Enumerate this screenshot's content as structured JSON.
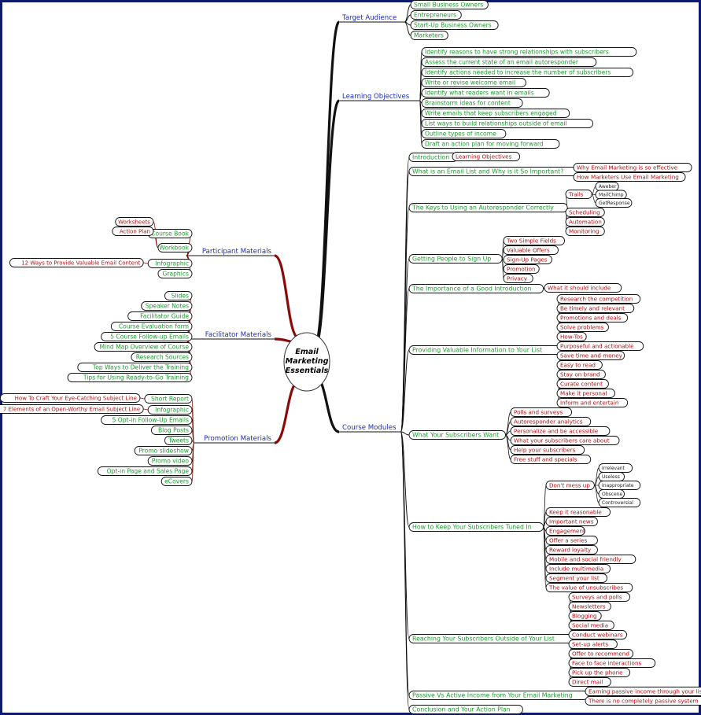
{
  "colors": {
    "frame": "#0e1a6b",
    "branch_blue": "#1f2fb0",
    "leaf_green": "#1e9a2e",
    "leaf_red": "#b01010",
    "right_curve": "#111111",
    "left_curve": "#8a0a0a"
  },
  "central": {
    "lines": [
      "Email",
      "Marketing",
      "Essentials"
    ]
  },
  "right": [
    {
      "label": "Target Audience",
      "children": [
        {
          "label": "Small Business Owners"
        },
        {
          "label": "Entrepreneurs"
        },
        {
          "label": "Start-Up Business Owners"
        },
        {
          "label": "Marketers"
        }
      ]
    },
    {
      "label": "Learning Objectives",
      "children": [
        {
          "label": "Identify reasons to have strong relationships with subscribers"
        },
        {
          "label": "Assess the current state of an email autoresponder"
        },
        {
          "label": "Identify actions needed to increase the number of subscribers"
        },
        {
          "label": "Write or revise welcome email"
        },
        {
          "label": "Identify what readers want in emails"
        },
        {
          "label": "Brainstorm ideas for content"
        },
        {
          "label": "Write emails that keep subscribers engaged"
        },
        {
          "label": "List ways to build relationships outside of email"
        },
        {
          "label": "Outline types of income"
        },
        {
          "label": "Draft an action plan for moving forward"
        }
      ]
    },
    {
      "label": "Course Modules",
      "children": [
        {
          "label": "Introduction",
          "children": [
            {
              "label": "Learning Objectives"
            }
          ]
        },
        {
          "label": "What is an Email List and Why is it So Important?",
          "children": [
            {
              "label": "Why Email Marketing is so effective"
            },
            {
              "label": "How Marketers Use Email Marketing"
            }
          ]
        },
        {
          "label": "The Keys to Using an Autoresponder Correctly",
          "children": [
            {
              "label": "Trails",
              "children": [
                {
                  "label": "Aweber"
                },
                {
                  "label": "MailChimp"
                },
                {
                  "label": "GetResponse"
                }
              ]
            },
            {
              "label": "Scheduling"
            },
            {
              "label": "Automation"
            },
            {
              "label": "Monitoring"
            }
          ]
        },
        {
          "label": "Getting People to Sign Up",
          "children": [
            {
              "label": "Two Simple Fields"
            },
            {
              "label": "Valuable Offers"
            },
            {
              "label": "Sign-Up Pages"
            },
            {
              "label": "Promotion"
            },
            {
              "label": "Privacy"
            }
          ]
        },
        {
          "label": "The Importance of a Good Introduction",
          "children": [
            {
              "label": "What it should include"
            }
          ]
        },
        {
          "label": "Providing Valuable Information to Your List",
          "children": [
            {
              "label": "Research the competition"
            },
            {
              "label": "Be timely and relevant"
            },
            {
              "label": "Promotions and deals"
            },
            {
              "label": "Solve problems"
            },
            {
              "label": "How-Tos"
            },
            {
              "label": "Purposeful and actionable"
            },
            {
              "label": "Save time and money"
            },
            {
              "label": "Easy to read"
            },
            {
              "label": "Stay on brand"
            },
            {
              "label": "Curate content"
            },
            {
              "label": "Make it personal"
            },
            {
              "label": "Inform and entertain"
            }
          ]
        },
        {
          "label": "What Your Subscribers Want",
          "children": [
            {
              "label": "Polls and surveys"
            },
            {
              "label": "Autoresponder analytics"
            },
            {
              "label": "Personalize and be accessible"
            },
            {
              "label": "What your subscribers care about"
            },
            {
              "label": "Help your subscribers"
            },
            {
              "label": "Free stuff and specials"
            }
          ]
        },
        {
          "label": "How to Keep Your Subscribers Tuned In",
          "children": [
            {
              "label": "Don't mess up",
              "children": [
                {
                  "label": "Irrelevant"
                },
                {
                  "label": "Useless"
                },
                {
                  "label": "Inappropriate"
                },
                {
                  "label": "Obscene"
                },
                {
                  "label": "Controversial"
                }
              ]
            },
            {
              "label": "Keep it reasonable"
            },
            {
              "label": "Important news"
            },
            {
              "label": "Engagement"
            },
            {
              "label": "Offer a series"
            },
            {
              "label": "Reward loyalty"
            },
            {
              "label": "Mobile and social friendly"
            },
            {
              "label": "Include multimedia"
            },
            {
              "label": "Segment your list"
            },
            {
              "label": "The value of unsubscribes"
            }
          ]
        },
        {
          "label": "Reaching Your Subscribers Outside of Your List",
          "children": [
            {
              "label": "Surveys and polls"
            },
            {
              "label": "Newsletters"
            },
            {
              "label": "Blogging"
            },
            {
              "label": "Social media"
            },
            {
              "label": "Conduct webinars"
            },
            {
              "label": "Set-up alerts"
            },
            {
              "label": "Offer to recommend"
            },
            {
              "label": "Face to face interactions"
            },
            {
              "label": "Pick up the phone"
            },
            {
              "label": "Direct mail"
            }
          ]
        },
        {
          "label": "Passive Vs Active Income from Your Email Marketing",
          "children": [
            {
              "label": "Earning passive income through your list"
            },
            {
              "label": "There is no completely passive system"
            }
          ]
        },
        {
          "label": "Conclusion and Your Action Plan"
        }
      ]
    }
  ],
  "left": [
    {
      "label": "Participant Materials",
      "children": [
        {
          "label": "Course Book"
        },
        {
          "label": "Workbook",
          "children": [
            {
              "label": "Worksheets"
            },
            {
              "label": "Action Plan"
            }
          ]
        },
        {
          "label": "Infographic",
          "children": [
            {
              "label": "12 Ways to Provide Valuable Email Content"
            }
          ]
        },
        {
          "label": "Graphics"
        }
      ]
    },
    {
      "label": "Facilitator Materials",
      "children": [
        {
          "label": "Slides"
        },
        {
          "label": "Speaker Notes"
        },
        {
          "label": "Facilitator Guide"
        },
        {
          "label": "Course Evaluation form"
        },
        {
          "label": "5 Course Follow-up Emails"
        },
        {
          "label": "Mind Map Overview of Course"
        },
        {
          "label": "Research Sources"
        },
        {
          "label": "Top Ways to Deliver the Training"
        },
        {
          "label": "Tips for Using Ready-to-Go Training"
        }
      ]
    },
    {
      "label": "Promotion Materials",
      "children": [
        {
          "label": "Short Report",
          "children": [
            {
              "label": "How To Craft Your Eye-Catching Subject Line"
            }
          ]
        },
        {
          "label": "Infographic",
          "children": [
            {
              "label": "7 Elements of an Open-Worthy Email Subject Line"
            }
          ]
        },
        {
          "label": "5 Opt-in Follow-Up Emails"
        },
        {
          "label": "Blog Posts"
        },
        {
          "label": "Tweets"
        },
        {
          "label": "Promo slideshow"
        },
        {
          "label": "Promo video"
        },
        {
          "label": "Opt-in Page and Sales Page"
        },
        {
          "label": "eCovers"
        }
      ]
    }
  ]
}
